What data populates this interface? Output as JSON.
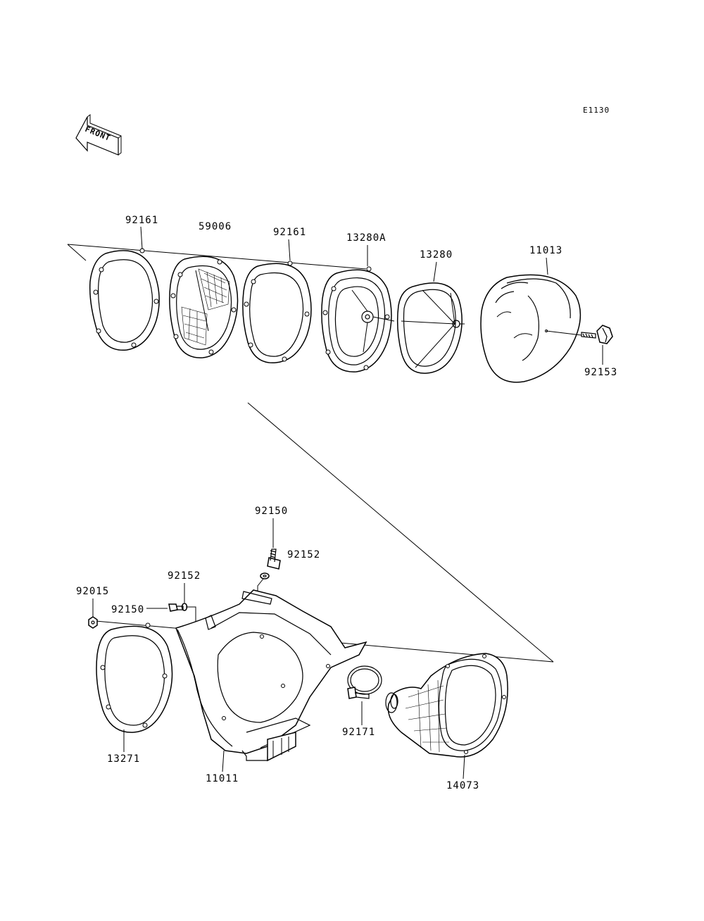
{
  "diagram_code": "E1130",
  "front_label": "FRONT",
  "labels": {
    "p92161_a": "92161",
    "p59006": "59006",
    "p92161_b": "92161",
    "p13280A": "13280A",
    "p13280": "13280",
    "p11013": "11013",
    "p92153": "92153",
    "p92150_top": "92150",
    "p92152_top": "92152",
    "p92152_mid": "92152",
    "p92015": "92015",
    "p92150_mid": "92150",
    "p92171": "92171",
    "p13271": "13271",
    "p11011": "11011",
    "p14073": "14073"
  }
}
